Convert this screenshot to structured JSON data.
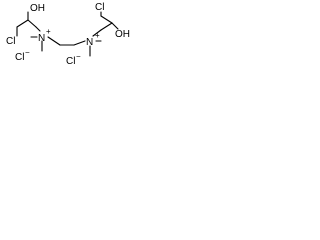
{
  "molecule": {
    "atoms": {
      "oh_left": "OH",
      "cl_left": "Cl",
      "n_left": "N",
      "n_left_charge": "+",
      "cl_ion_left": "Cl",
      "cl_ion_left_charge": "−",
      "oh_right": "OH",
      "cl_right": "Cl",
      "n_right": "N",
      "n_right_charge": "+",
      "cl_ion_right": "Cl",
      "cl_ion_right_charge": "−"
    }
  }
}
